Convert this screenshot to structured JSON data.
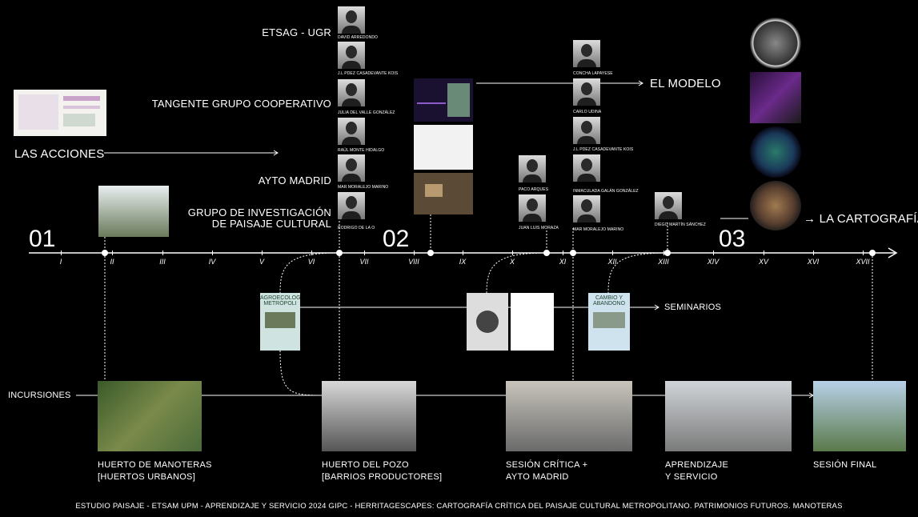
{
  "phases": {
    "p1": "01",
    "p2": "02",
    "p3": "03"
  },
  "roman_numerals": [
    "I",
    "II",
    "III",
    "IV",
    "V",
    "VI",
    "VII",
    "VIII",
    "IX",
    "X",
    "XI",
    "XII",
    "XIII",
    "XIV",
    "XV",
    "XVI",
    "XVII"
  ],
  "left_labels": {
    "acciones": "LAS ACCIONES",
    "incursiones": "INCURSIONES"
  },
  "groups": {
    "etsag": "ETSAG - UGR",
    "tangente": "TANGENTE GRUPO COOPERATIVO",
    "ayto": "AYTO MADRID",
    "grupo_line1": "GRUPO DE INVESTIGACIÓN",
    "grupo_line2": "DE PAISAJE CULTURAL"
  },
  "people_col1": [
    "DAVID ARREDONDO",
    "J.L PDEZ CASADEVANTE KOIS",
    "JULIA DEL VALLE GONZÁLEZ",
    "RAÚL MONTE HIDALGO",
    "MAR MORALEJO MARINO",
    "RODRIGO DE LA O"
  ],
  "people_col2a": [
    "PACO ARQUES",
    "JUAN LUIS MORAZA"
  ],
  "people_col2b": [
    "CONCHA LAPAYESE",
    "CARLO UDINA",
    "J.L PDEZ CASADEVANTE KOIS",
    "INMACULADA GALÁN GONZÁLEZ",
    "MAR MORALEJO MARINO"
  ],
  "people_col3": [
    "DIEGO MARTÍN SÁNCHEZ"
  ],
  "right_labels": {
    "modelo": "EL MODELO",
    "cartografia": "LA CARTOGRAFÍA",
    "seminarios": "SEMINARIOS"
  },
  "posters": {
    "agro_line1": "AGROECOLOGÍA",
    "agro_line2": "METRÓPOLI",
    "cambio_line1": "CAMBIO Y",
    "cambio_line2": "ABANDONO"
  },
  "incursions": [
    {
      "line1": "HUERTO DE MANOTERAS",
      "line2": "[HUERTOS URBANOS]"
    },
    {
      "line1": "HUERTO DEL POZO",
      "line2": "[BARRIOS PRODUCTORES]"
    },
    {
      "line1": "SESIÓN CRÍTICA +",
      "line2": "AYTO MADRID"
    },
    {
      "line1": "APRENDIZAJE",
      "line2": "Y SERVICIO"
    },
    {
      "line1": "SESIÓN FINAL",
      "line2": ""
    }
  ],
  "footer": "ESTUDIO PAISAJE - ETSAM UPM - APRENDIZAJE Y SERVICIO 2024 GIPC - HERRITAGESCAPES: CARTOGRAFÍA CRÍTICA DEL PAISAJE CULTURAL METROPOLITANO. PATRIMONIOS FUTUROS. MANOTERAS",
  "colors": {
    "background": "#000000",
    "line": "#ffffff"
  }
}
